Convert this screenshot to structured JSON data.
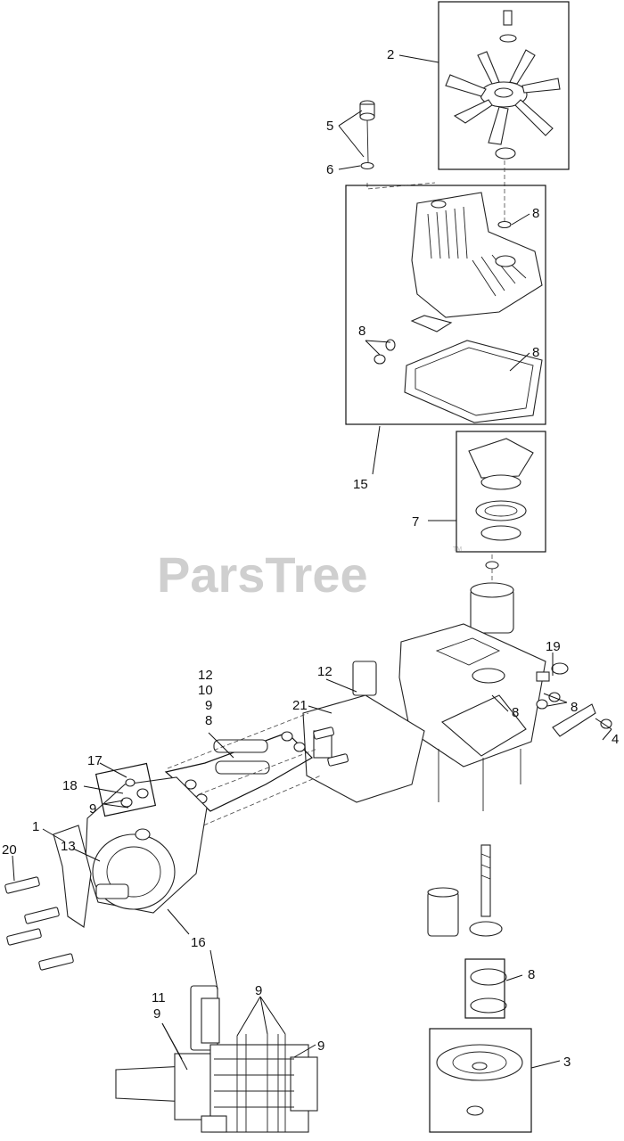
{
  "watermark": {
    "text": "ParsTree",
    "trademark": "TM"
  },
  "callouts": [
    {
      "id": "c-2",
      "text": "2"
    },
    {
      "id": "c-5",
      "text": "5"
    },
    {
      "id": "c-6",
      "text": "6"
    },
    {
      "id": "c-8-top",
      "text": "8"
    },
    {
      "id": "c-8-cover-left",
      "text": "8"
    },
    {
      "id": "c-8-gasket",
      "text": "8"
    },
    {
      "id": "c-15",
      "text": "15"
    },
    {
      "id": "c-7",
      "text": "7"
    },
    {
      "id": "c-12-stack",
      "text": "12"
    },
    {
      "id": "c-10",
      "text": "10"
    },
    {
      "id": "c-9-stack",
      "text": "9"
    },
    {
      "id": "c-8-stack",
      "text": "8"
    },
    {
      "id": "c-12-bracket",
      "text": "12"
    },
    {
      "id": "c-21",
      "text": "21"
    },
    {
      "id": "c-19",
      "text": "19"
    },
    {
      "id": "c-8-housing-right",
      "text": "8"
    },
    {
      "id": "c-8-housing-mid",
      "text": "8"
    },
    {
      "id": "c-4",
      "text": "4"
    },
    {
      "id": "c-17",
      "text": "17"
    },
    {
      "id": "c-18",
      "text": "18"
    },
    {
      "id": "c-9-left",
      "text": "9"
    },
    {
      "id": "c-1",
      "text": "1"
    },
    {
      "id": "c-13",
      "text": "13"
    },
    {
      "id": "c-20",
      "text": "20"
    },
    {
      "id": "c-16",
      "text": "16"
    },
    {
      "id": "c-8-bearing",
      "text": "8"
    },
    {
      "id": "c-11",
      "text": "11"
    },
    {
      "id": "c-9-inset-left",
      "text": "9"
    },
    {
      "id": "c-9-inset-top",
      "text": "9"
    },
    {
      "id": "c-9-inset-right",
      "text": "9"
    },
    {
      "id": "c-3",
      "text": "3"
    }
  ]
}
